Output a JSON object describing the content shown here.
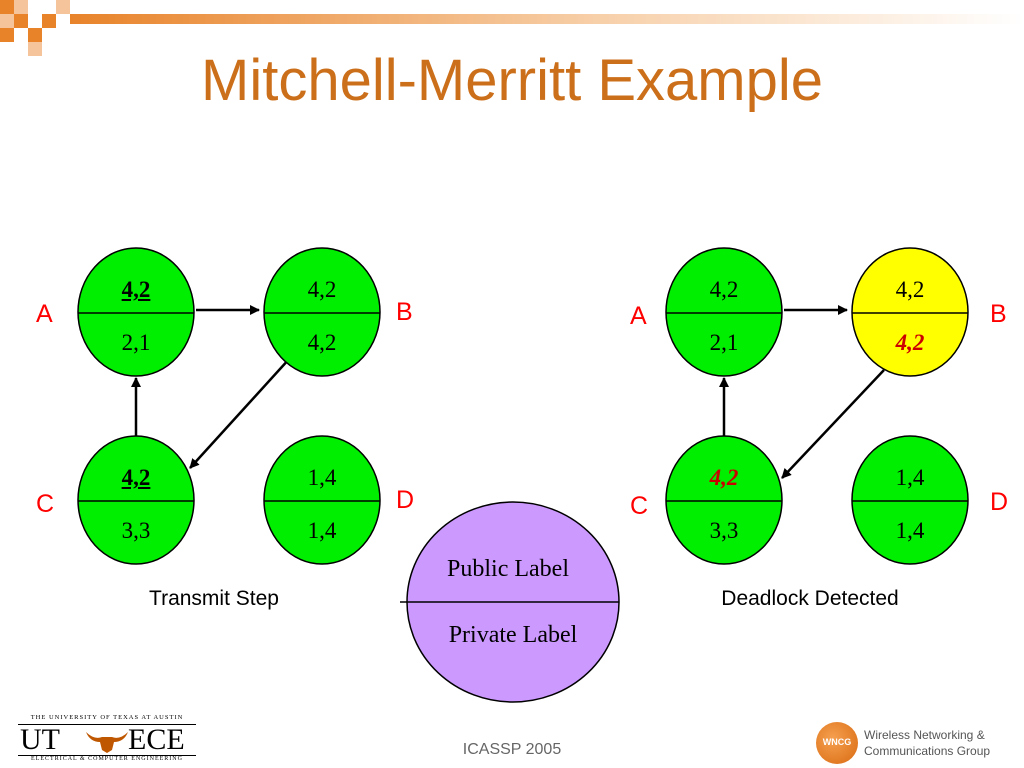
{
  "slide": {
    "title": "Mitchell-Merritt Example",
    "footer": "ICASSP 2005"
  },
  "left_diagram": {
    "caption": "Transmit Step",
    "nodes": {
      "A": {
        "letter": "A",
        "public": "4,2",
        "private": "2,1"
      },
      "B": {
        "letter": "B",
        "public": "4,2",
        "private": "4,2"
      },
      "C": {
        "letter": "C",
        "public": "4,2",
        "private": "3,3"
      },
      "D": {
        "letter": "D",
        "public": "1,4",
        "private": "1,4"
      }
    }
  },
  "right_diagram": {
    "caption": "Deadlock Detected",
    "nodes": {
      "A": {
        "letter": "A",
        "public": "4,2",
        "private": "2,1"
      },
      "B": {
        "letter": "B",
        "public": "4,2",
        "private": "4,2"
      },
      "C": {
        "letter": "C",
        "public": "4,2",
        "private": "3,3"
      },
      "D": {
        "letter": "D",
        "public": "1,4",
        "private": "1,4"
      }
    }
  },
  "legend": {
    "public": "Public Label",
    "private": "Private Label"
  },
  "logos": {
    "ut": {
      "top_text": "THE UNIVERSITY OF TEXAS AT AUSTIN",
      "left": "UT",
      "right": "ECE",
      "bottom_text": "ELECTRICAL & COMPUTER ENGINEERING"
    },
    "wncc": {
      "badge": "WNCG",
      "line1": "Wireless Networking &",
      "line2": "Communications Group"
    }
  },
  "colors": {
    "title": "#cc6f1a",
    "node_green": "#00ee00",
    "node_yellow": "#ffff00",
    "legend_purple": "#cc99ff",
    "letter_red": "#ff0000",
    "highlight_red": "#cc0000"
  }
}
